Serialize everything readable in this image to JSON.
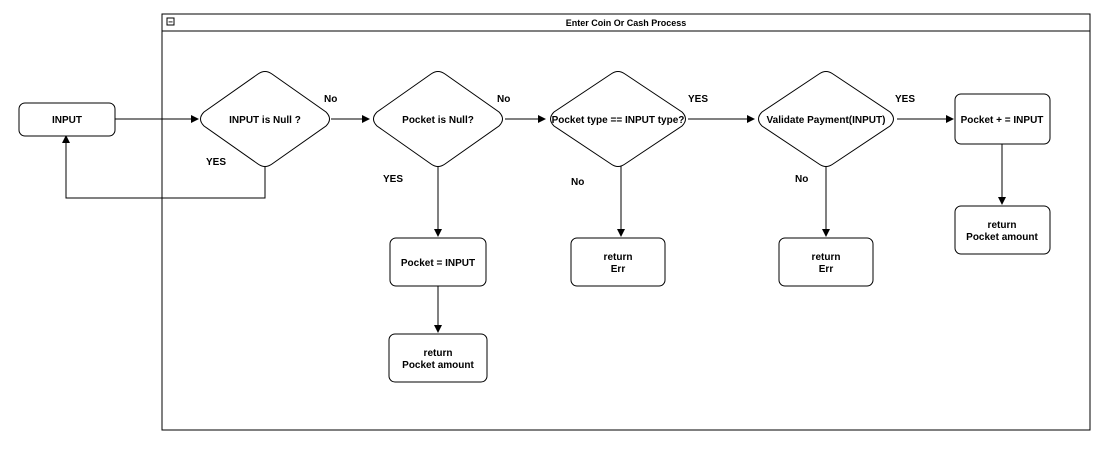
{
  "container": {
    "title": "Enter Coin Or Cash Process",
    "collapse_glyph": "−"
  },
  "nodes": {
    "input": "INPUT",
    "input_is_null": "INPUT is Null ?",
    "pocket_is_null": "Pocket is Null?",
    "pocket_type_check": "Pocket type == INPUT type?",
    "validate_payment": "Validate Payment(INPUT)",
    "pocket_plus_input": "Pocket + = INPUT",
    "pocket_equals_input": "Pocket = INPUT",
    "return_pocket_amount_1": [
      "return",
      "Pocket amount"
    ],
    "return_err_1": [
      "return",
      "Err"
    ],
    "return_err_2": [
      "return",
      "Err"
    ],
    "return_pocket_amount_2": [
      "return",
      "Pocket amount"
    ]
  },
  "edge_labels": {
    "input_null_no": "No",
    "input_null_yes": "YES",
    "pocket_null_no": "No",
    "pocket_null_yes": "YES",
    "type_yes": "YES",
    "type_no": "No",
    "validate_yes": "YES",
    "validate_no": "No"
  },
  "colors": {
    "stroke": "#000000",
    "fill": "#ffffff",
    "text": "#000000"
  }
}
